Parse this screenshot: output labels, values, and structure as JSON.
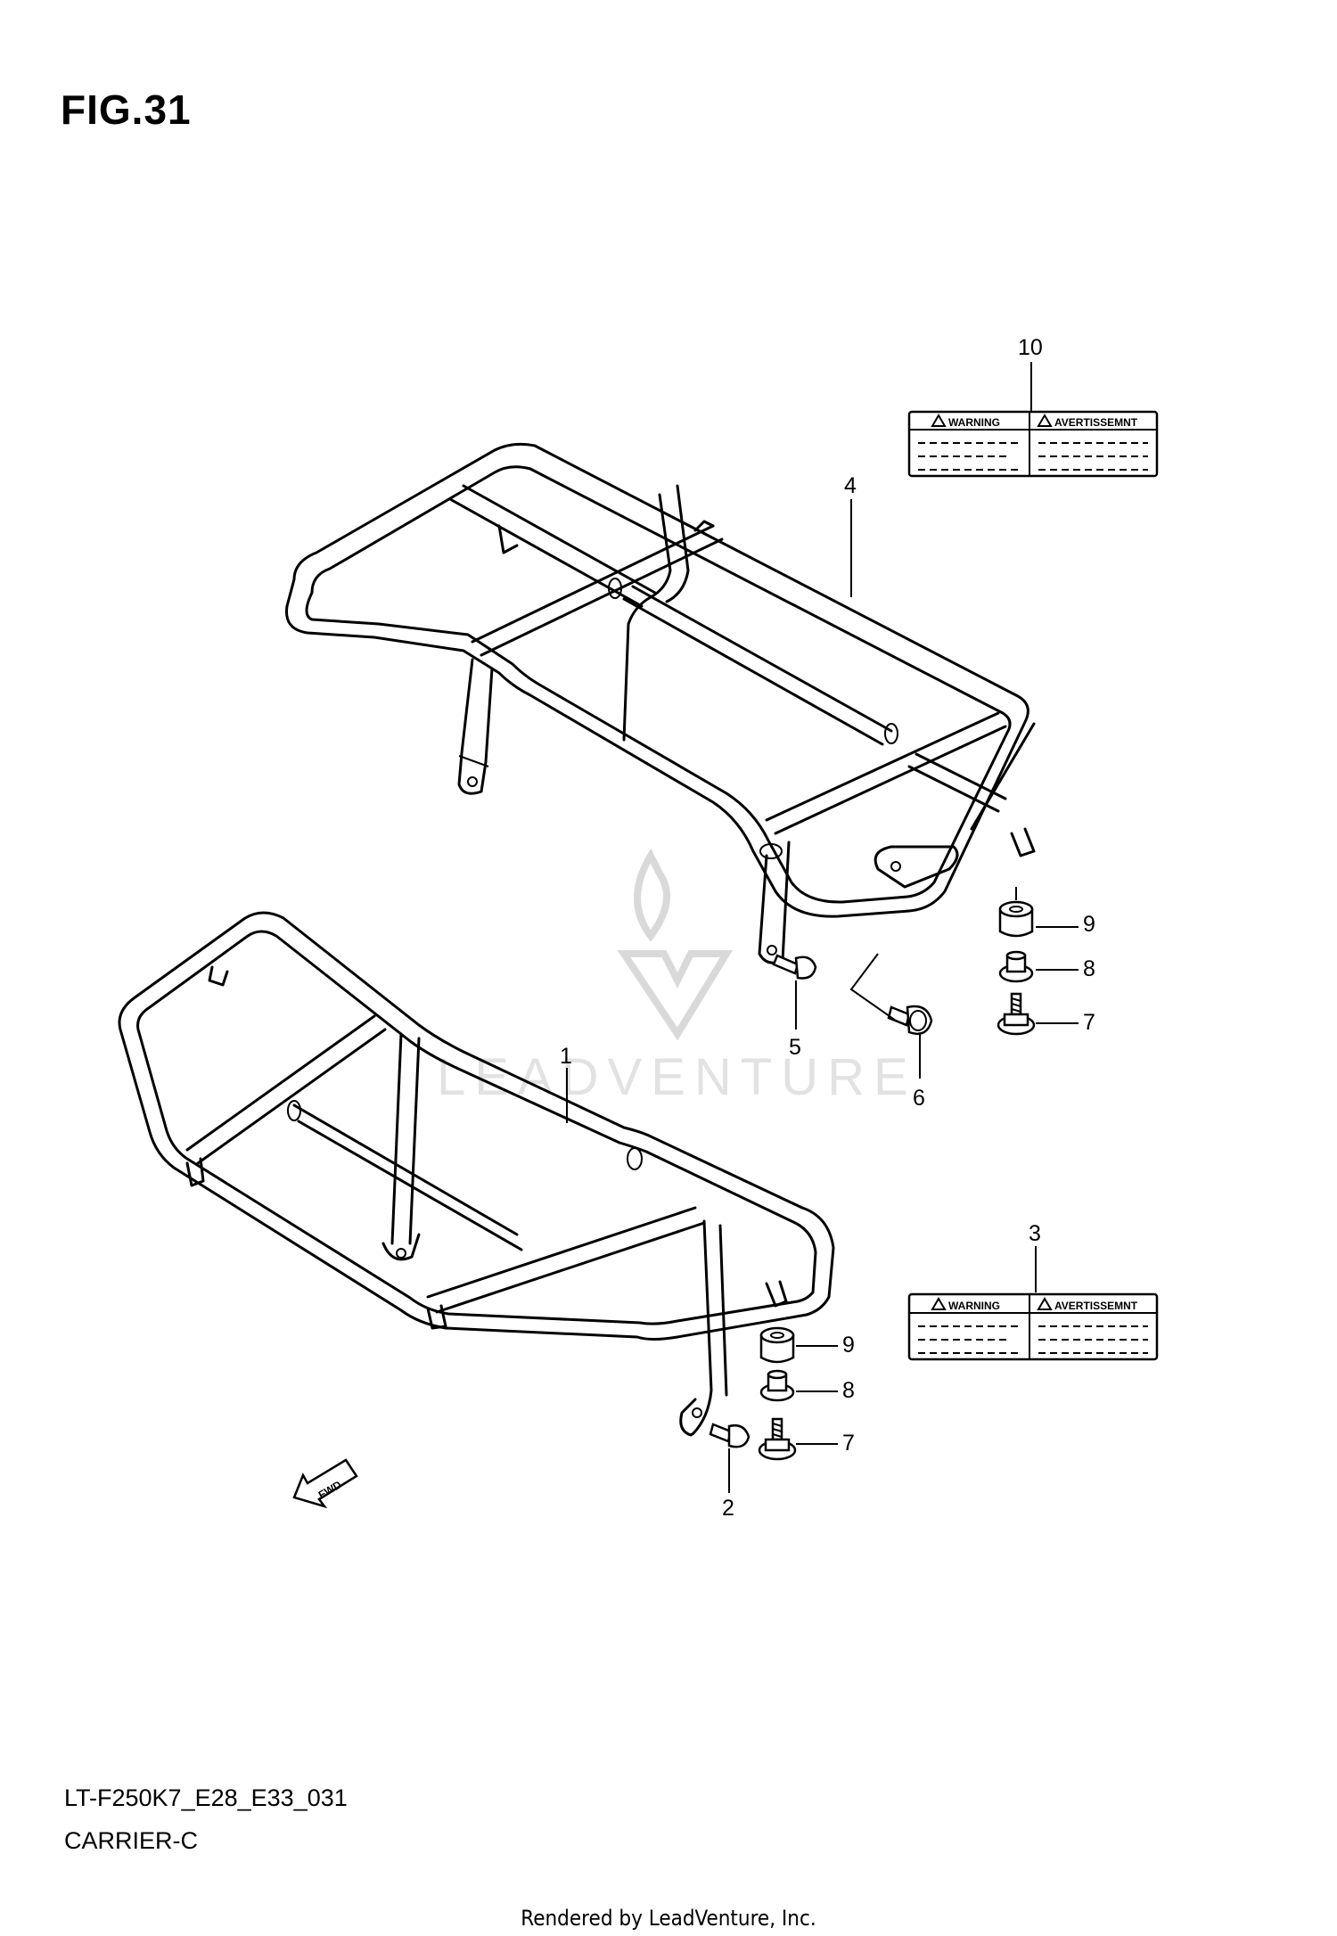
{
  "figure": {
    "title": "FIG.31",
    "model_code": "LT-F250K7_E28_E33_031",
    "section_name": "CARRIER-C",
    "credit": "Rendered by LeadVenture, Inc.",
    "watermark": "LEADVENTURE"
  },
  "callouts": {
    "p1": "1",
    "p2": "2",
    "p3": "3",
    "p4": "4",
    "p5": "5",
    "p6": "6",
    "p7a": "7",
    "p7b": "7",
    "p8a": "8",
    "p8b": "8",
    "p9a": "9",
    "p9b": "9",
    "p10": "10"
  },
  "decals": {
    "warning": "WARNING",
    "avertissement": "AVERTISSEMNT"
  },
  "fwd_label": "FWD"
}
